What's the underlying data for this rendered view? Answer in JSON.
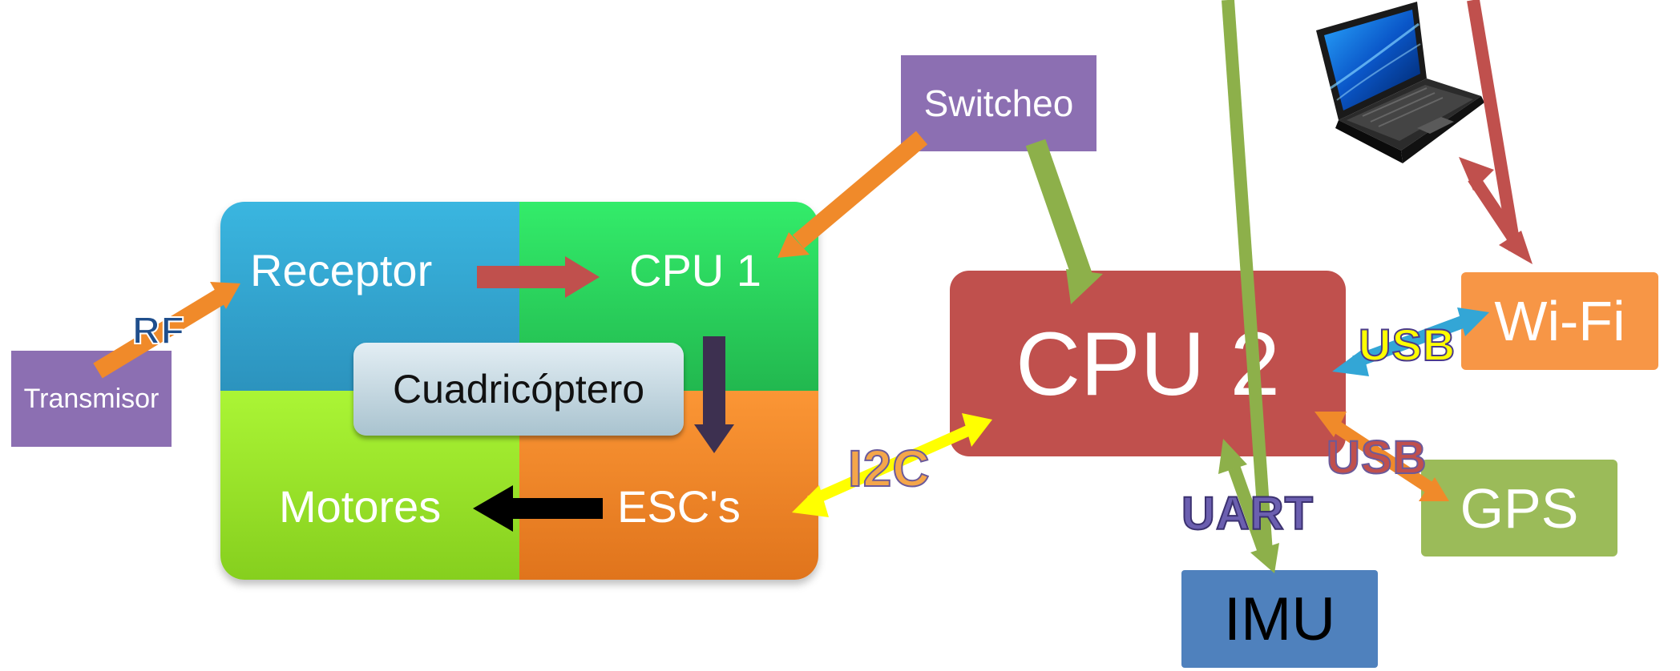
{
  "quadcopter": {
    "receptor": "Receptor",
    "cpu1": "CPU 1",
    "motores": "Motores",
    "escs": "ESC's",
    "center": "Cuadricóptero"
  },
  "nodes": {
    "transmisor": "Transmisor",
    "switcheo": "Switcheo",
    "cpu2": "CPU 2",
    "wifi": "Wi-Fi",
    "gps": "GPS",
    "imu": "IMU"
  },
  "links": {
    "rf": "RF",
    "i2c": "I2C",
    "usb_wifi": "USB",
    "usb_gps": "USB",
    "uart": "UART"
  },
  "colors": {
    "purple": "#8c6fb2",
    "cpu2": "#c0504d",
    "wifi": "#f79646",
    "gps": "#9bbb59",
    "imu": "#4f81bd",
    "orange_arrow": "#f08a2a",
    "green_arrow": "#8db04a",
    "red_arrow": "#c0504d",
    "blue_arrow": "#33a6d6",
    "yellow_arrow": "#ffff00"
  },
  "icons": {
    "laptop": "laptop-icon"
  }
}
